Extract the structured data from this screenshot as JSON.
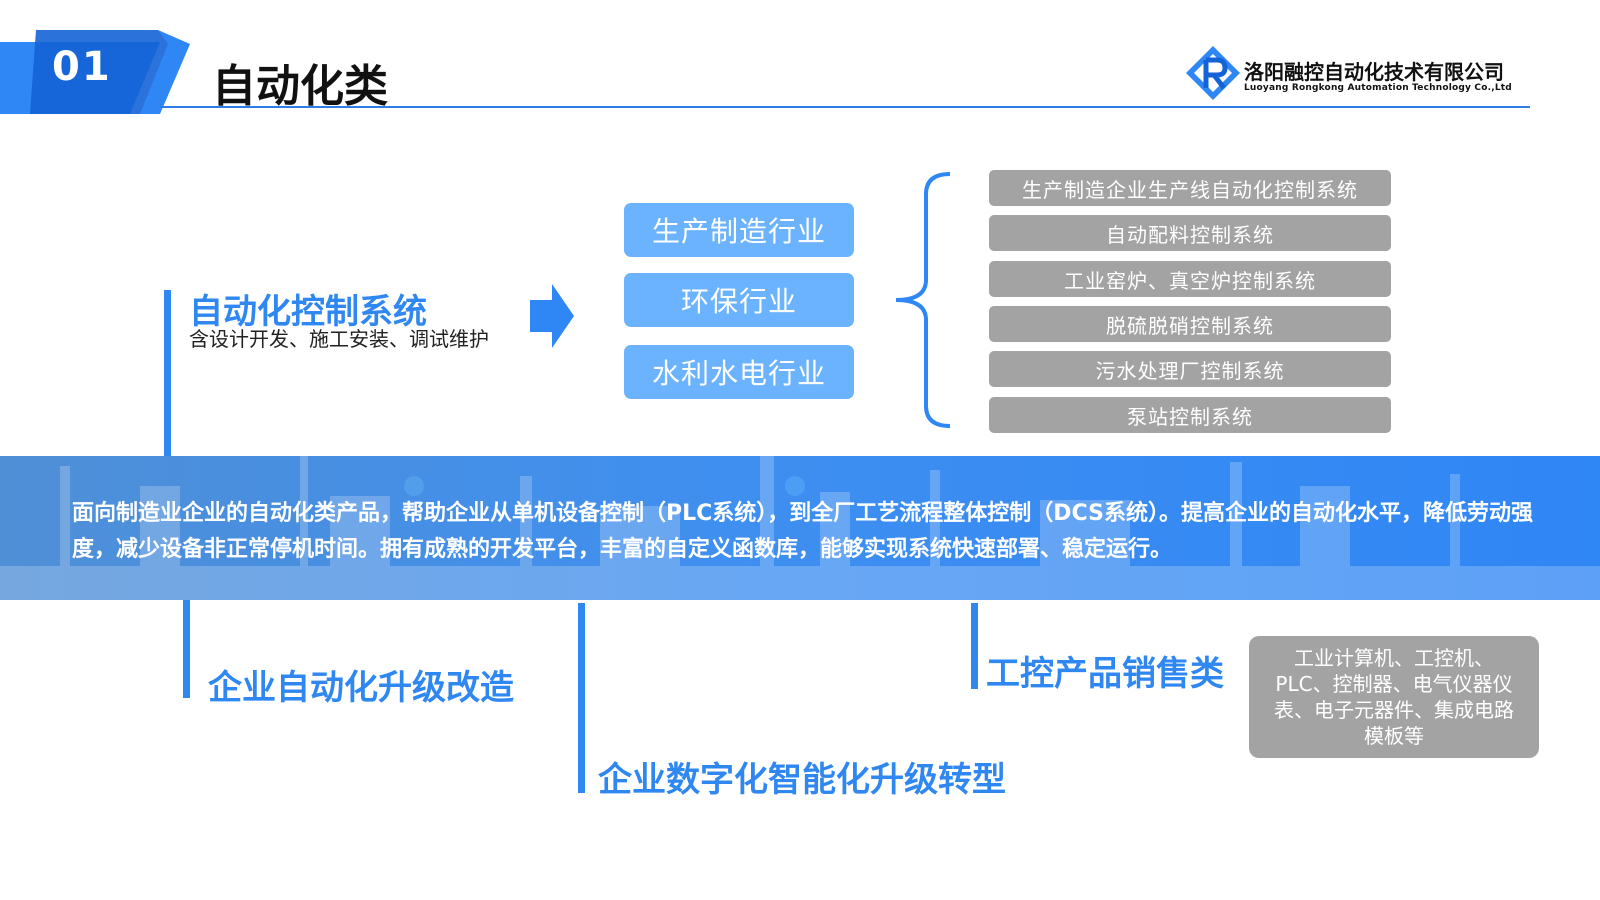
{
  "header": {
    "section_number": "01",
    "title": "自动化类",
    "company_cn": "洛阳融控自动化技术有限公司",
    "company_en": "Luoyang Rongkong Automation Technology Co.,Ltd",
    "logo_icon": "rongkong-logo-icon"
  },
  "automation_control": {
    "title": "自动化控制系统",
    "description": "含设计开发、施工安装、调试维护",
    "arrow_icon": "right-arrow-icon",
    "industries": [
      "生产制造行业",
      "环保行业",
      "水利水电行业"
    ],
    "systems": [
      "生产制造企业生产线自动化控制系统",
      "自动配料控制系统",
      "工业窑炉、真空炉控制系统",
      "脱硫脱硝控制系统",
      "污水处理厂控制系统",
      "泵站控制系统"
    ]
  },
  "banner": {
    "text": "面向制造业企业的自动化类产品，帮助企业从单机设备控制（PLC系统），到全厂工艺流程整体控制（DCS系统）。提高企业的自动化水平，降低劳动强度，减少设备非正常停机时间。拥有成熟的开发平台，丰富的自定义函数库，能够实现系统快速部署、稳定运行。"
  },
  "lower": {
    "upgrade_title": "企业自动化升级改造",
    "digital_title": "企业数字化智能化升级转型",
    "sales_title": "工控产品销售类",
    "sales_products": "工业计算机、工控机、PLC、控制器、电气仪器仪表、电子元器件、集成电路模板等"
  },
  "colors": {
    "accent": "#2f87f1",
    "industry_box": "#6cb3ff",
    "system_box": "#a3a3a3"
  }
}
